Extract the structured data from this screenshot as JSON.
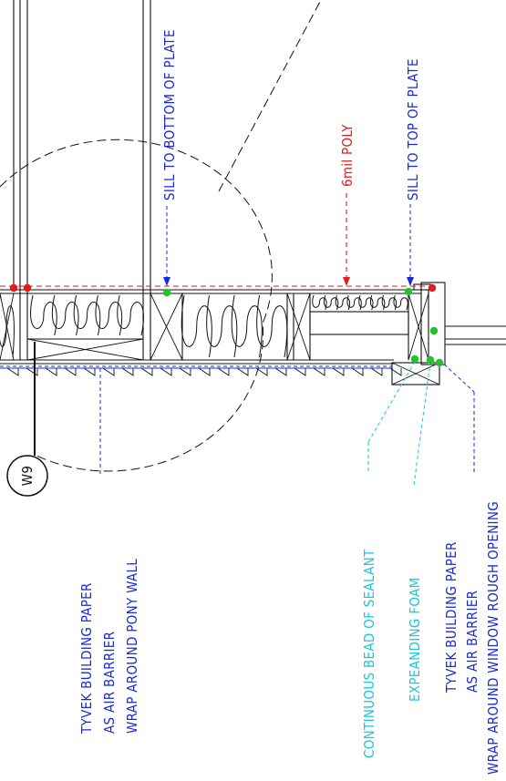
{
  "colors": {
    "blue": "#1a2ad8",
    "cyan": "#18c6e0",
    "red": "#e21b1b",
    "green": "#22c42c",
    "black": "#111111",
    "grey": "#555555"
  },
  "callout": {
    "tag": "W9"
  },
  "labels": {
    "sill_bottom": "SILL TO BOTTOM OF PLATE",
    "sill_top": "SILL TO TOP OF PLATE",
    "poly": "6mil POLY",
    "tyvek_pony": [
      "TYVEK BUILDING PAPER",
      "AS AIR BARRIER",
      "WRAP AROUND PONY WALL"
    ],
    "sealant": "CONTINUOUS BEAD OF SEALANT",
    "foam": "EXPEANDING FOAM",
    "tyvek_window": [
      "TYVEK BUILDING PAPER",
      "AS AIR BARRIER",
      "WRAP AROUND WINDOW ROUGH OPENING"
    ]
  }
}
